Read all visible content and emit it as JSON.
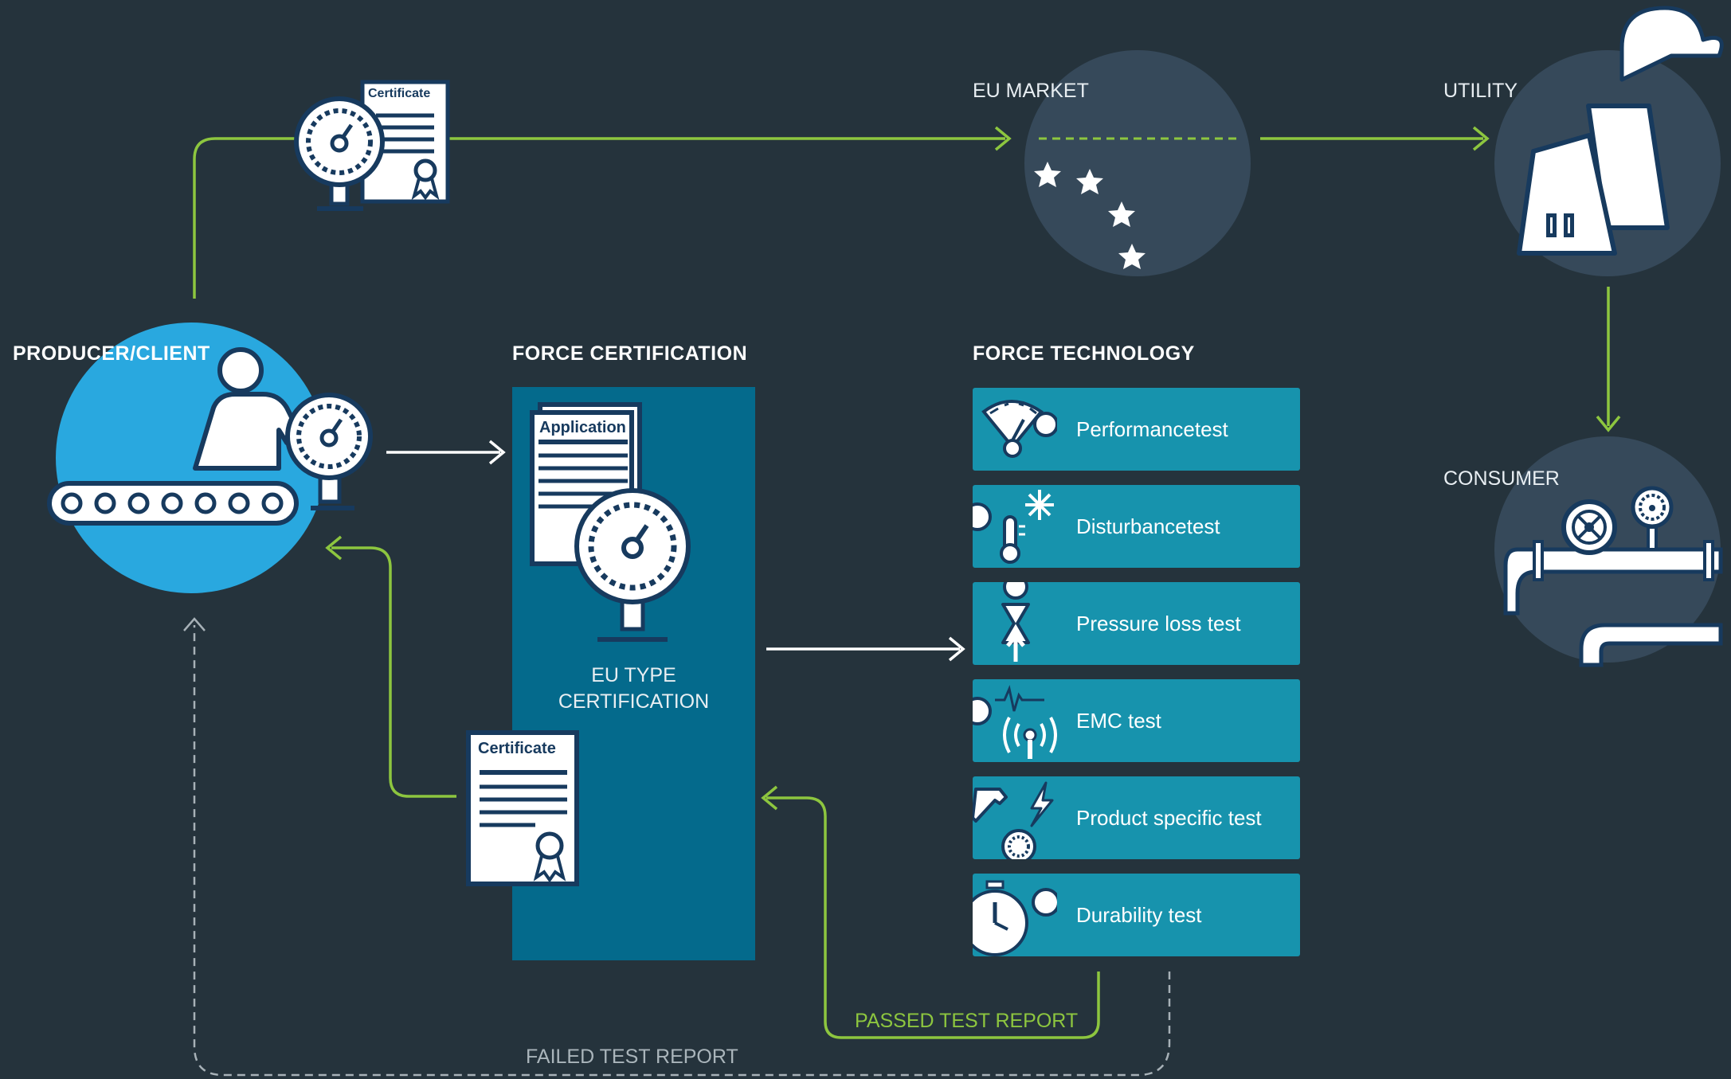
{
  "nodes": {
    "producer": "PRODUCER/CLIENT",
    "certification": "FORCE CERTIFICATION",
    "technology": "FORCE TECHNOLOGY",
    "eu_market": "EU MARKET",
    "utility": "UTILITY",
    "consumer": "CONSUMER"
  },
  "documents": {
    "certificate": "Certificate",
    "application": "Application"
  },
  "certification_box": {
    "line1": "EU TYPE",
    "line2": "CERTIFICATION"
  },
  "tests": [
    {
      "label": "Performancetest",
      "icon": "gauge-meter-icon"
    },
    {
      "label": "Disturbancetest",
      "icon": "snowflake-thermometer-icon"
    },
    {
      "label": "Pressure loss test",
      "icon": "hourglass-pressure-icon"
    },
    {
      "label": "EMC test",
      "icon": "antenna-signal-icon"
    },
    {
      "label": "Product specific test",
      "icon": "hammer-lightning-icon"
    },
    {
      "label": "Durability test",
      "icon": "stopwatch-icon"
    }
  ],
  "reports": {
    "passed": "PASSED TEST REPORT",
    "failed": "FAILED TEST REPORT"
  },
  "colors": {
    "background": "#25333c",
    "accent_green": "#8dc63f",
    "cert_box": "#046a8c",
    "test_card": "#1793ad",
    "producer_circle": "#29a8df",
    "market_circle": "#36495a",
    "icon_navy": "#173a5e"
  }
}
